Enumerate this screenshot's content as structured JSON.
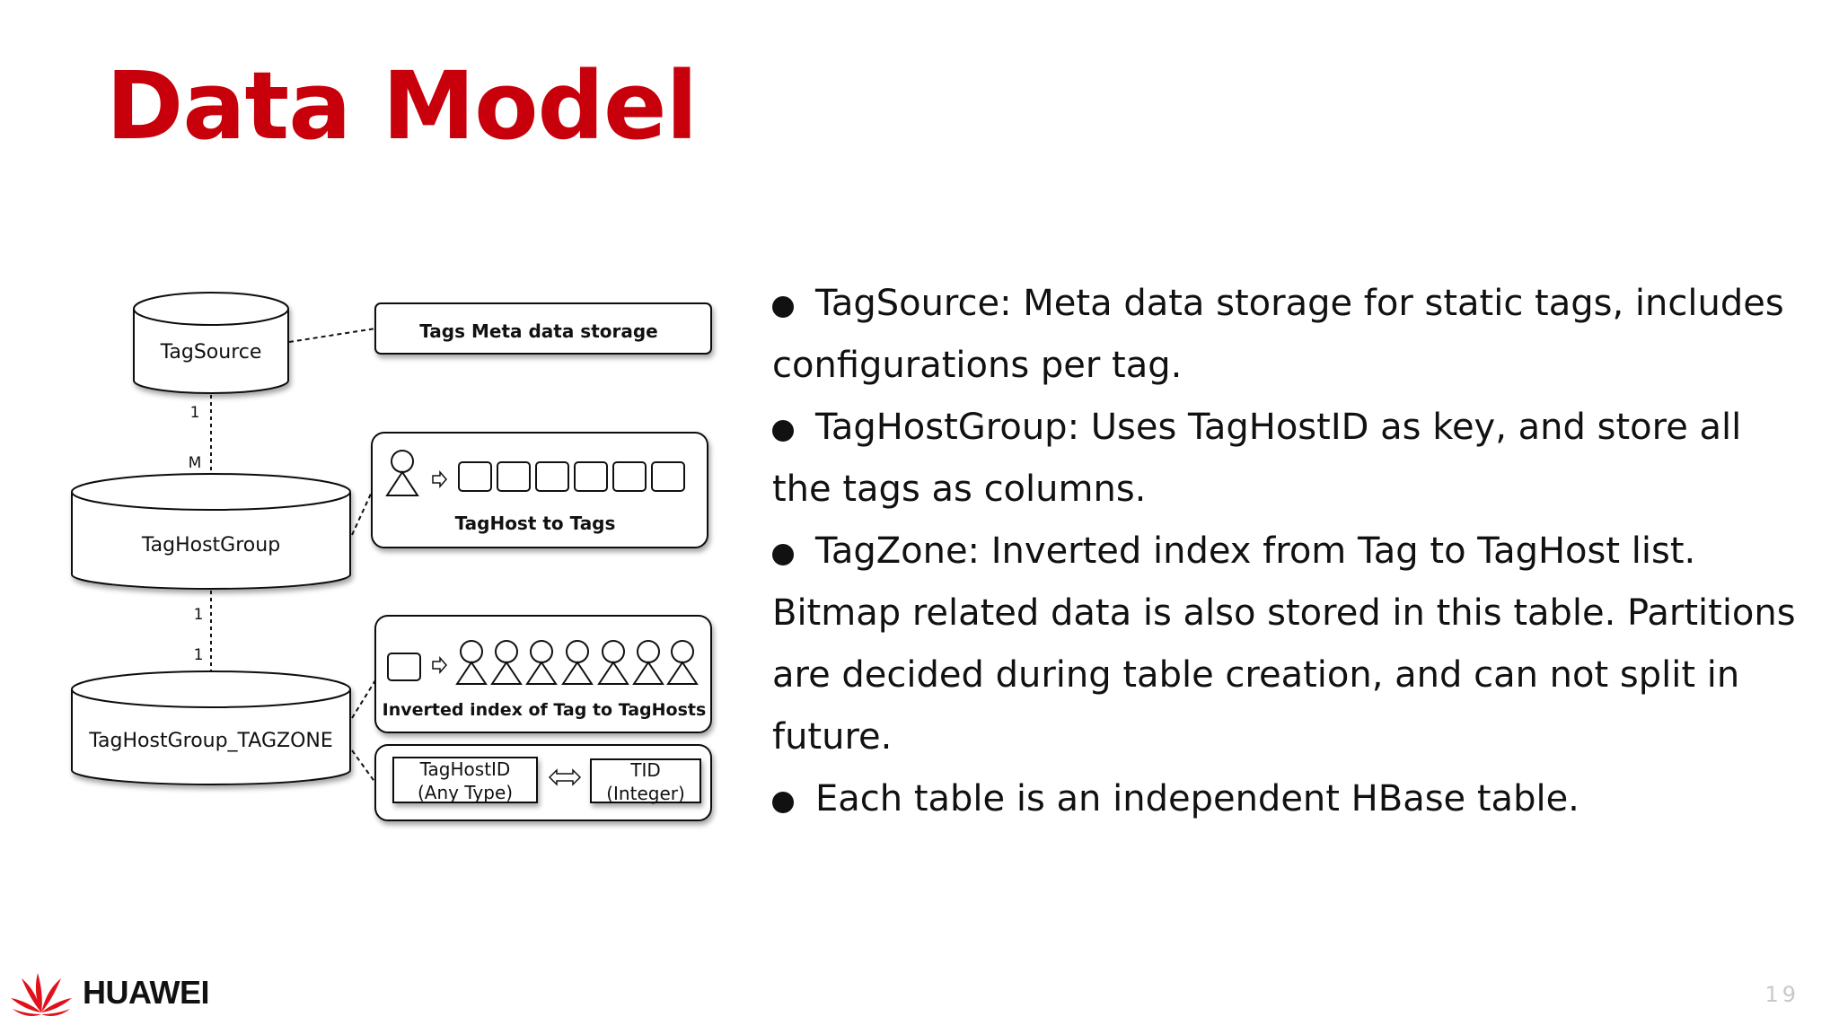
{
  "slide": {
    "title": "Data Model",
    "page_number": "19",
    "logo_text": "HUAWEI"
  },
  "diagram": {
    "tables": {
      "tagsource": "TagSource",
      "taghostgroup": "TagHostGroup",
      "tagzone": "TagHostGroup_TAGZONE"
    },
    "relations": {
      "source_group_left": "1",
      "source_group_right": "M",
      "group_zone_left": "1",
      "group_zone_right": "1"
    },
    "boxes": {
      "meta_storage": "Tags Meta data storage",
      "taghost_to_tags": "TagHost to Tags",
      "inverted_index": "Inverted index of Tag to TagHosts",
      "taghostid_line1": "TagHostID",
      "taghostid_line2": "(Any Type)",
      "tid_line1": "TID",
      "tid_line2": "(Integer)"
    }
  },
  "bullets": [
    "TagSource: Meta data storage for static tags, includes configurations per tag.",
    "TagHostGroup: Uses TagHostID as key, and store all the tags as columns.",
    "TagZone:  Inverted index from Tag to TagHost list. Bitmap related data is also stored in this table. Partitions are decided during table creation, and can not split in future.",
    "Each table is an independent HBase table."
  ]
}
